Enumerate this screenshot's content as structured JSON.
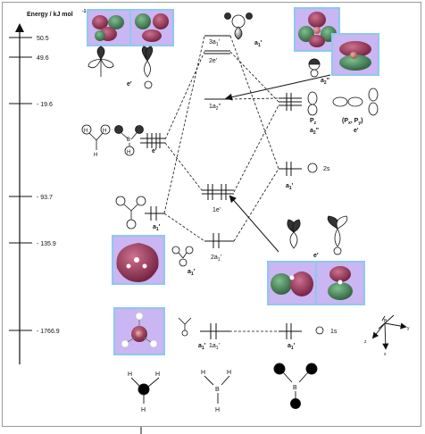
{
  "axis": {
    "label": "Energy / kJ mol",
    "label_sup": "-1",
    "ticks": [
      "50.5",
      "49.6",
      "- 19.6",
      "- 93.7",
      "- 135.9",
      "- 1766.9"
    ]
  },
  "atoms": {
    "h": "H",
    "b": "B"
  },
  "labels": {
    "e_prime": "e'",
    "a1_prime": "a",
    "a2_dprime": "a",
    "one": "1",
    "two": "2",
    "prime": "'",
    "dprime": "\"",
    "pz": "P",
    "pz_sub": "z",
    "pxpy": "(P",
    "pxpy_x": "x",
    "pxpy_comma": ", P",
    "pxpy_y": "y",
    "pxpy_close": ")",
    "s2": "2s",
    "s1": "1s"
  },
  "mo_levels": {
    "l3a1": "3a",
    "l2e": "2e'",
    "l1a2": "1a",
    "l1e": "1e'",
    "l2a1": "2a",
    "l1a1": "1a"
  },
  "axes_labels": {
    "z": "z",
    "y": "y",
    "x": "x"
  },
  "colors": {
    "orbital_bg": "#c9b6f3",
    "orbital_border": "#8ec8f0",
    "lobe_red": "#8f2d4f",
    "lobe_green": "#3e7b4f",
    "line": "#222222"
  }
}
